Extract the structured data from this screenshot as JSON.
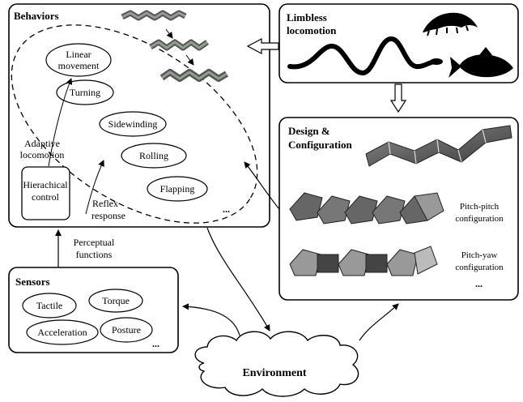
{
  "behaviors": {
    "title": "Behaviors",
    "items": [
      "Linear",
      "movement",
      "Turning",
      "Sidewinding",
      "Rolling",
      "Flapping"
    ],
    "ellipsis": "...",
    "control_line1": "Hierachical",
    "control_line2": "control",
    "adaptive_line1": "Adaptive",
    "adaptive_line2": "locomotion",
    "reflex_line1": "Reflex",
    "reflex_line2": "response"
  },
  "limbless": {
    "title_line1": "Limbless",
    "title_line2": "locomotion"
  },
  "design": {
    "title_line1": "Design &",
    "title_line2": "Configuration",
    "pitch_pitch_line1": "Pitch-pitch",
    "pitch_pitch_line2": "configuration",
    "pitch_yaw_line1": "Pitch-yaw",
    "pitch_yaw_line2": "configuration",
    "ellipsis": "..."
  },
  "perceptual": {
    "line1": "Perceptual",
    "line2": "functions"
  },
  "sensors": {
    "title": "Sensors",
    "items": [
      "Tactile",
      "Torque",
      "Acceleration",
      "Posture"
    ],
    "ellipsis": "..."
  },
  "environment": {
    "label": "Environment"
  }
}
